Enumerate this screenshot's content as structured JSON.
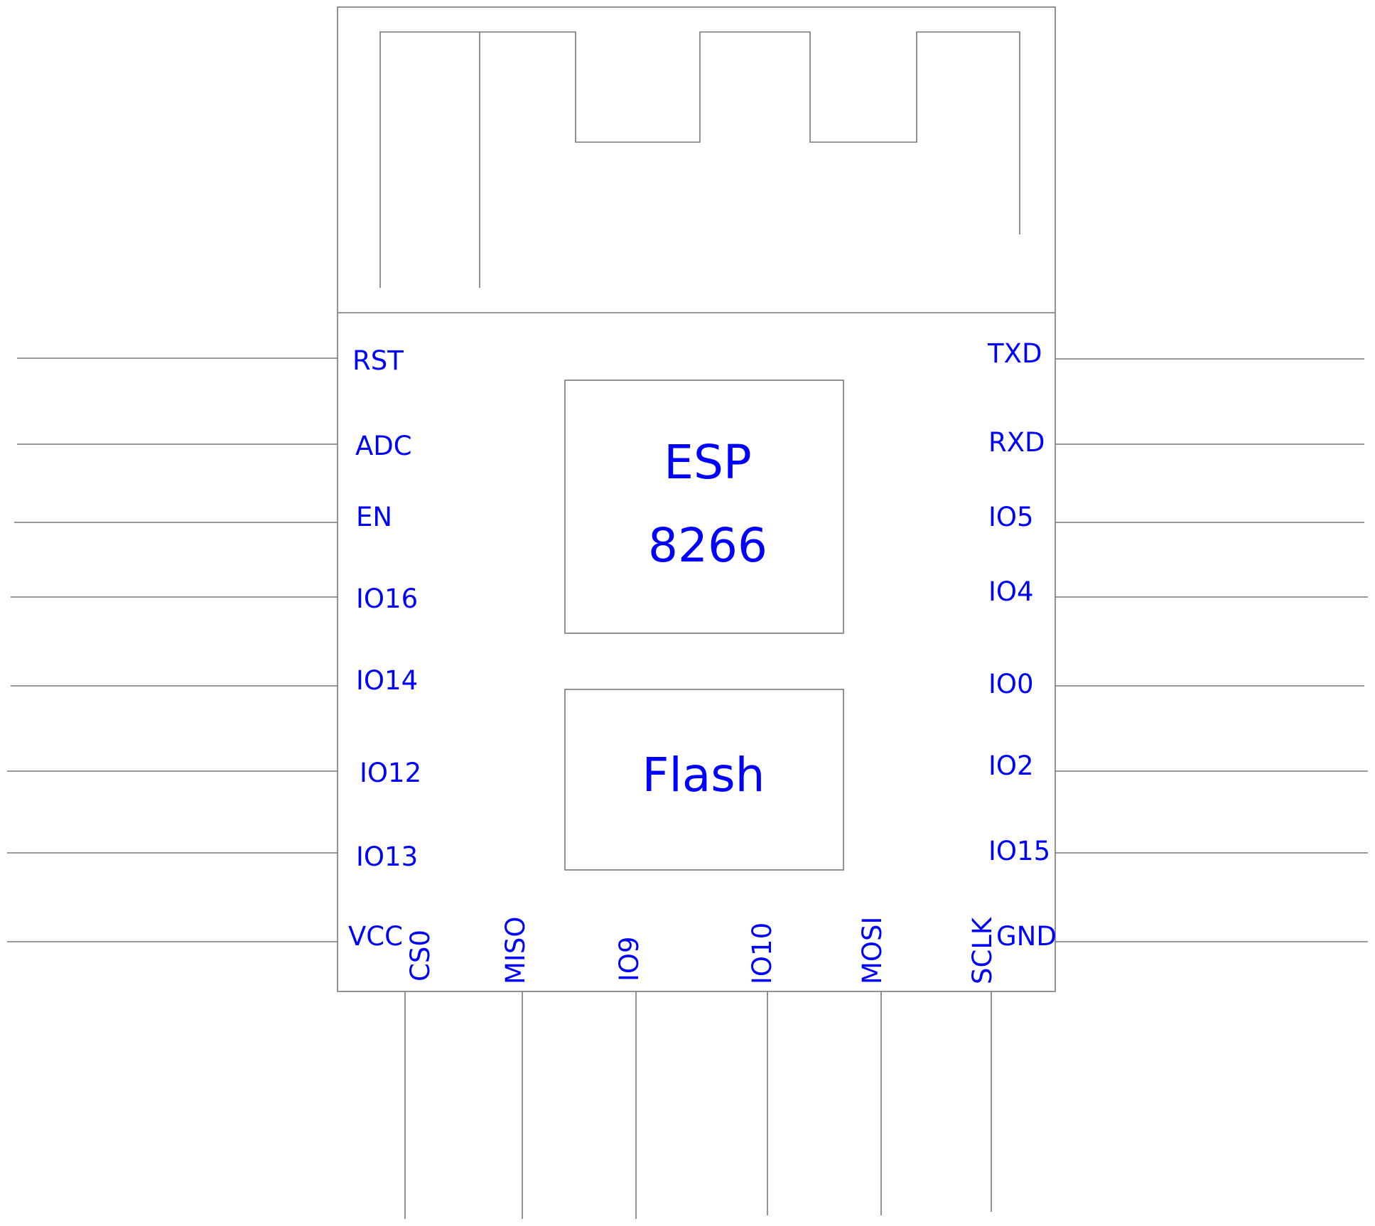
{
  "module": {
    "chip_label_line1": "ESP",
    "chip_label_line2": "8266",
    "flash_label": "Flash",
    "text_color": "#0000ff",
    "line_color": "#777777"
  },
  "pins": {
    "left": [
      "RST",
      "ADC",
      "EN",
      "IO16",
      "IO14",
      "IO12",
      "IO13",
      "VCC"
    ],
    "right": [
      "TXD",
      "RXD",
      "IO5",
      "IO4",
      "IO0",
      "IO2",
      "IO15",
      "GND"
    ],
    "bottom": [
      "CS0",
      "MISO",
      "IO9",
      "IO10",
      "MOSI",
      "SCLK"
    ]
  }
}
